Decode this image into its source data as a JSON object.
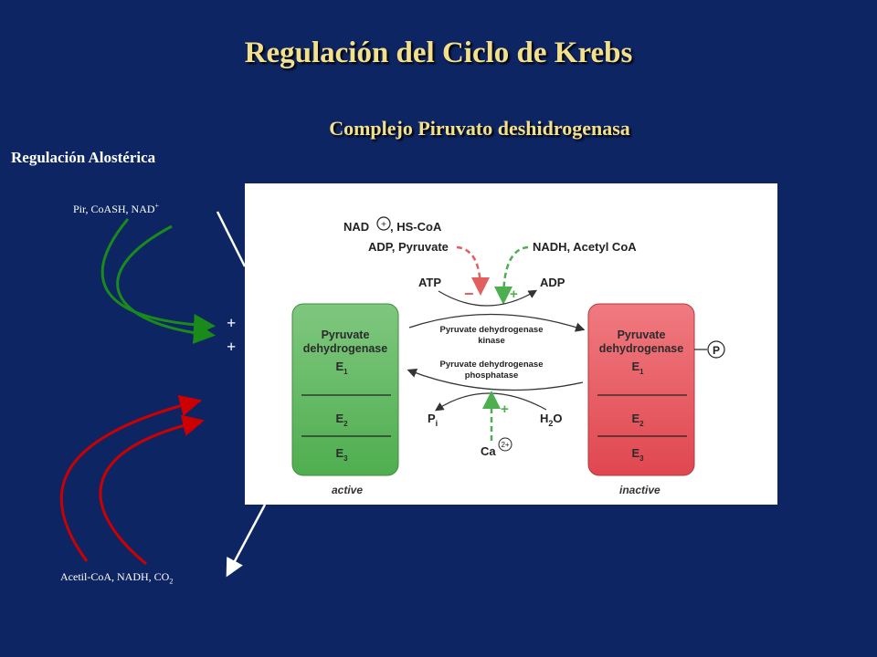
{
  "slide": {
    "title": "Regulación del Ciclo de Krebs",
    "subtitle": "Complejo Piruvato deshidrogenasa",
    "section": "Regulación Alostérica"
  },
  "activators": {
    "text": "Pir, CoASH, NAD",
    "superscript": "+",
    "signs": [
      "+",
      "+"
    ]
  },
  "inhibitors": {
    "text": "Acetil-CoA, NADH, CO",
    "subscript": "2",
    "signs": [
      "-",
      "-"
    ]
  },
  "figure": {
    "top_left_1": "NAD",
    "top_left_1b": ", HS-CoA",
    "top_left_2": "ADP, Pyruvate",
    "top_right": "NADH, Acetyl CoA",
    "atp": "ATP",
    "adp": "ADP",
    "kinase_1": "Pyruvate dehydrogenase",
    "kinase_2": "kinase",
    "phosphatase_1": "Pyruvate dehydrogenase",
    "phosphatase_2": "phosphatase",
    "pi": "P",
    "pi_sub": "i",
    "h2o_h": "H",
    "h2o_2": "2",
    "h2o_o": "O",
    "ca": "Ca",
    "ca_charge": "2+",
    "minus": "−",
    "plus": "+",
    "enzyme_1": "Pyruvate",
    "enzyme_2": "dehydrogenase",
    "e1": "E",
    "e1_sub": "1",
    "e2": "E",
    "e2_sub": "2",
    "e3": "E",
    "e3_sub": "3",
    "phospho": "P",
    "state_left": "active",
    "state_right": "inactive",
    "colors": {
      "green_box": "#5cb85c",
      "red_box": "#e8545c",
      "green_dash": "#4caf50",
      "red_dash": "#e06060"
    }
  }
}
